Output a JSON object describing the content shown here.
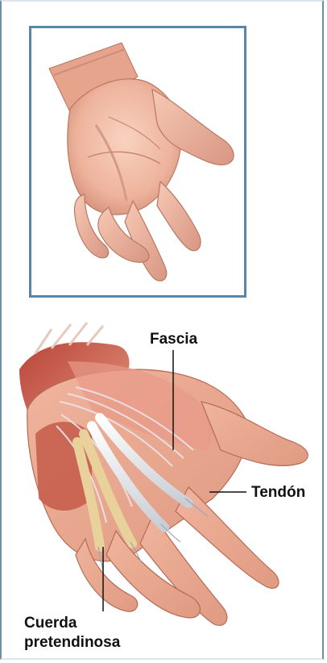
{
  "labels": {
    "fascia": "Fascia",
    "tendon": "Tendón",
    "cord_line1": "Cuerda",
    "cord_line2": "pretendinosa"
  }
}
